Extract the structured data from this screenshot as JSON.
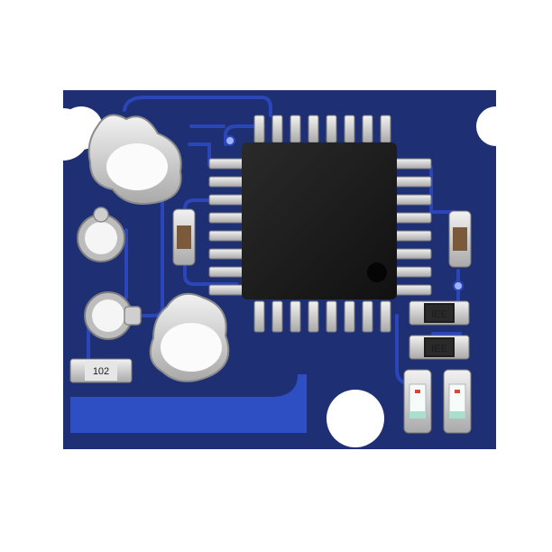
{
  "photo": {
    "subject": "blue-pcb-modchip",
    "colors": {
      "background": "#ffffff",
      "board": "#1f2f73",
      "trace": "#2a46b8",
      "chip": "#1a1a1a",
      "pad": "#d9d9d9",
      "led": "#a9dfcd"
    }
  },
  "markings": {
    "resistor_top": "IEE",
    "resistor_middle": "IEE",
    "resistor_bottom_left": "102"
  }
}
